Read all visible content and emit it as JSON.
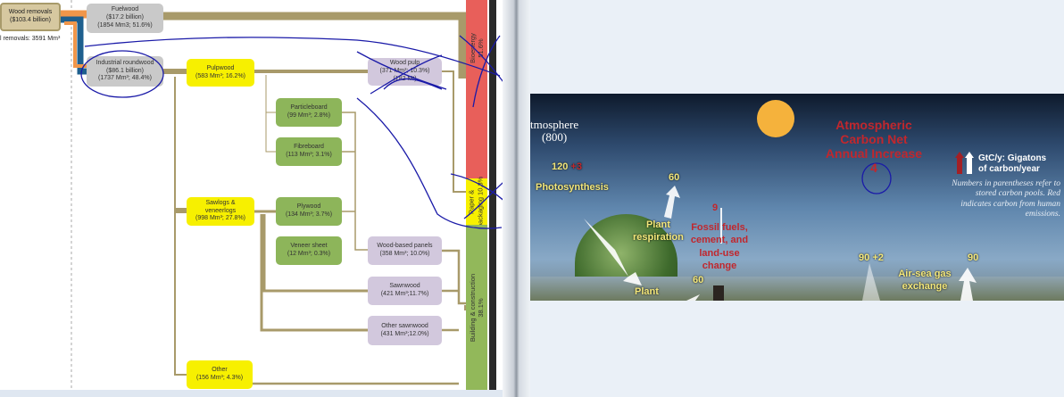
{
  "left": {
    "wood_removals": {
      "title": "Wood removals",
      "value": "($103.4 billion)"
    },
    "total_removals": "l removals: 3591 Mm³",
    "fuelwood": {
      "title": "Fuelwood",
      "value": "($17.2 billion)",
      "detail": "(1854 Mm3; 51.6%)"
    },
    "industrial": {
      "title": "Industrial roundwood",
      "value": "($86.1 billion)",
      "detail": "(1737 Mm³; 48.4%)"
    },
    "pulpwood": {
      "title": "Pulpwood",
      "detail": "(583 Mm³; 16.2%)"
    },
    "wood_pulp": {
      "title": "Wood pulp",
      "detail": "(371 Mm³; 10.3%)",
      "extra": "(182 Mt)"
    },
    "particleboard": {
      "title": "Particleboard",
      "detail": "(99 Mm³; 2.8%)"
    },
    "fibreboard": {
      "title": "Fibreboard",
      "detail": "(113 Mm³; 3.1%)"
    },
    "sawlogs": {
      "title": "Sawlogs &",
      "title2": "veneerlogs",
      "detail": "(998 Mm³; 27.8%)"
    },
    "plywood": {
      "title": "Plywood",
      "detail": "(134 Mm³; 3.7%)"
    },
    "veneer": {
      "title": "Veneer sheet",
      "detail": "(12 Mm³; 0.3%)"
    },
    "panels": {
      "title": "Wood-based panels",
      "detail": "(358 Mm³; 10.0%)"
    },
    "sawnwood": {
      "title": "Sawnwood",
      "detail": "(421 Mm³;11.7%)"
    },
    "other_sawnwood": {
      "title": "Other sawnwood",
      "detail": "(431 Mm³;12.0%)"
    },
    "other": {
      "title": "Other",
      "detail": "(156 Mm³; 4.3%)"
    },
    "bioenergy": {
      "title": "Bioenergy",
      "pct": "51.6%",
      "color": "#e85f5a"
    },
    "paper": {
      "title": "Paper &",
      "title2": "packaging",
      "pct": "10.3%",
      "color": "#f7f000"
    },
    "building": {
      "title": "Building & construction",
      "pct": "38.1%",
      "color": "#92b85a"
    }
  },
  "right": {
    "atmosphere": "tmosphere",
    "atmosphere_pool": "(800)",
    "photo_value": "120",
    "photo_human": "+3",
    "photosynthesis": "Photosynthesis",
    "resp_value": "60",
    "plant_resp_1": "Plant",
    "plant_resp_2": "respiration",
    "fossil_value": "9",
    "fossil_1": "Fossil fuels,",
    "fossil_2": "cement, and",
    "fossil_3": "land-use",
    "fossil_4": "change",
    "net_1": "Atmospheric",
    "net_2": "Carbon Net",
    "net_3": "Annual Increase",
    "net_value": "4",
    "legend_1": "GtC/y: Gigatons",
    "legend_2": "of carbon/year",
    "note": "Numbers in parentheses refer to stored carbon pools. Red indicates carbon from human emissions.",
    "sea_in": "90",
    "sea_human": "+2",
    "sea_out": "90",
    "airsea_1": "Air-sea gas",
    "airsea_2": "exchange",
    "plant_label": "Plant",
    "plant_value": "60"
  }
}
